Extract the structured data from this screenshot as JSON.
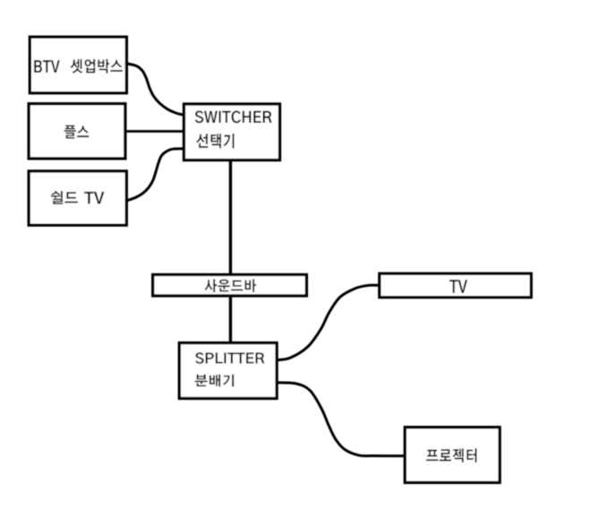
{
  "diagram": {
    "type": "av-wiring-flowchart",
    "background_color": "#ffffff",
    "stroke_color": "#000000",
    "text_color": "#000000",
    "nodes": [
      {
        "id": "btv-settop-box",
        "label": "BTV 셋업박스"
      },
      {
        "id": "playstation-box",
        "label": "플스"
      },
      {
        "id": "shield-tv-box",
        "label": "쉴드 TV"
      },
      {
        "id": "switcher-box",
        "label": "SWITCHER 선택기",
        "lines": [
          "SWITCHER",
          "선택기"
        ]
      },
      {
        "id": "soundbar-box",
        "label": "사운드바"
      },
      {
        "id": "splitter-box",
        "label": "SPLITTER 분배기",
        "lines": [
          "SPLITTER",
          "분배기"
        ]
      },
      {
        "id": "tv-box",
        "label": "TV"
      },
      {
        "id": "projector-box",
        "label": "프로젝터"
      }
    ],
    "edges": [
      {
        "from": "btv-settop-box",
        "to": "switcher-box"
      },
      {
        "from": "playstation-box",
        "to": "switcher-box"
      },
      {
        "from": "shield-tv-box",
        "to": "switcher-box"
      },
      {
        "from": "switcher-box",
        "to": "soundbar-box"
      },
      {
        "from": "soundbar-box",
        "to": "splitter-box"
      },
      {
        "from": "splitter-box",
        "to": "tv-box"
      },
      {
        "from": "splitter-box",
        "to": "projector-box"
      }
    ]
  }
}
